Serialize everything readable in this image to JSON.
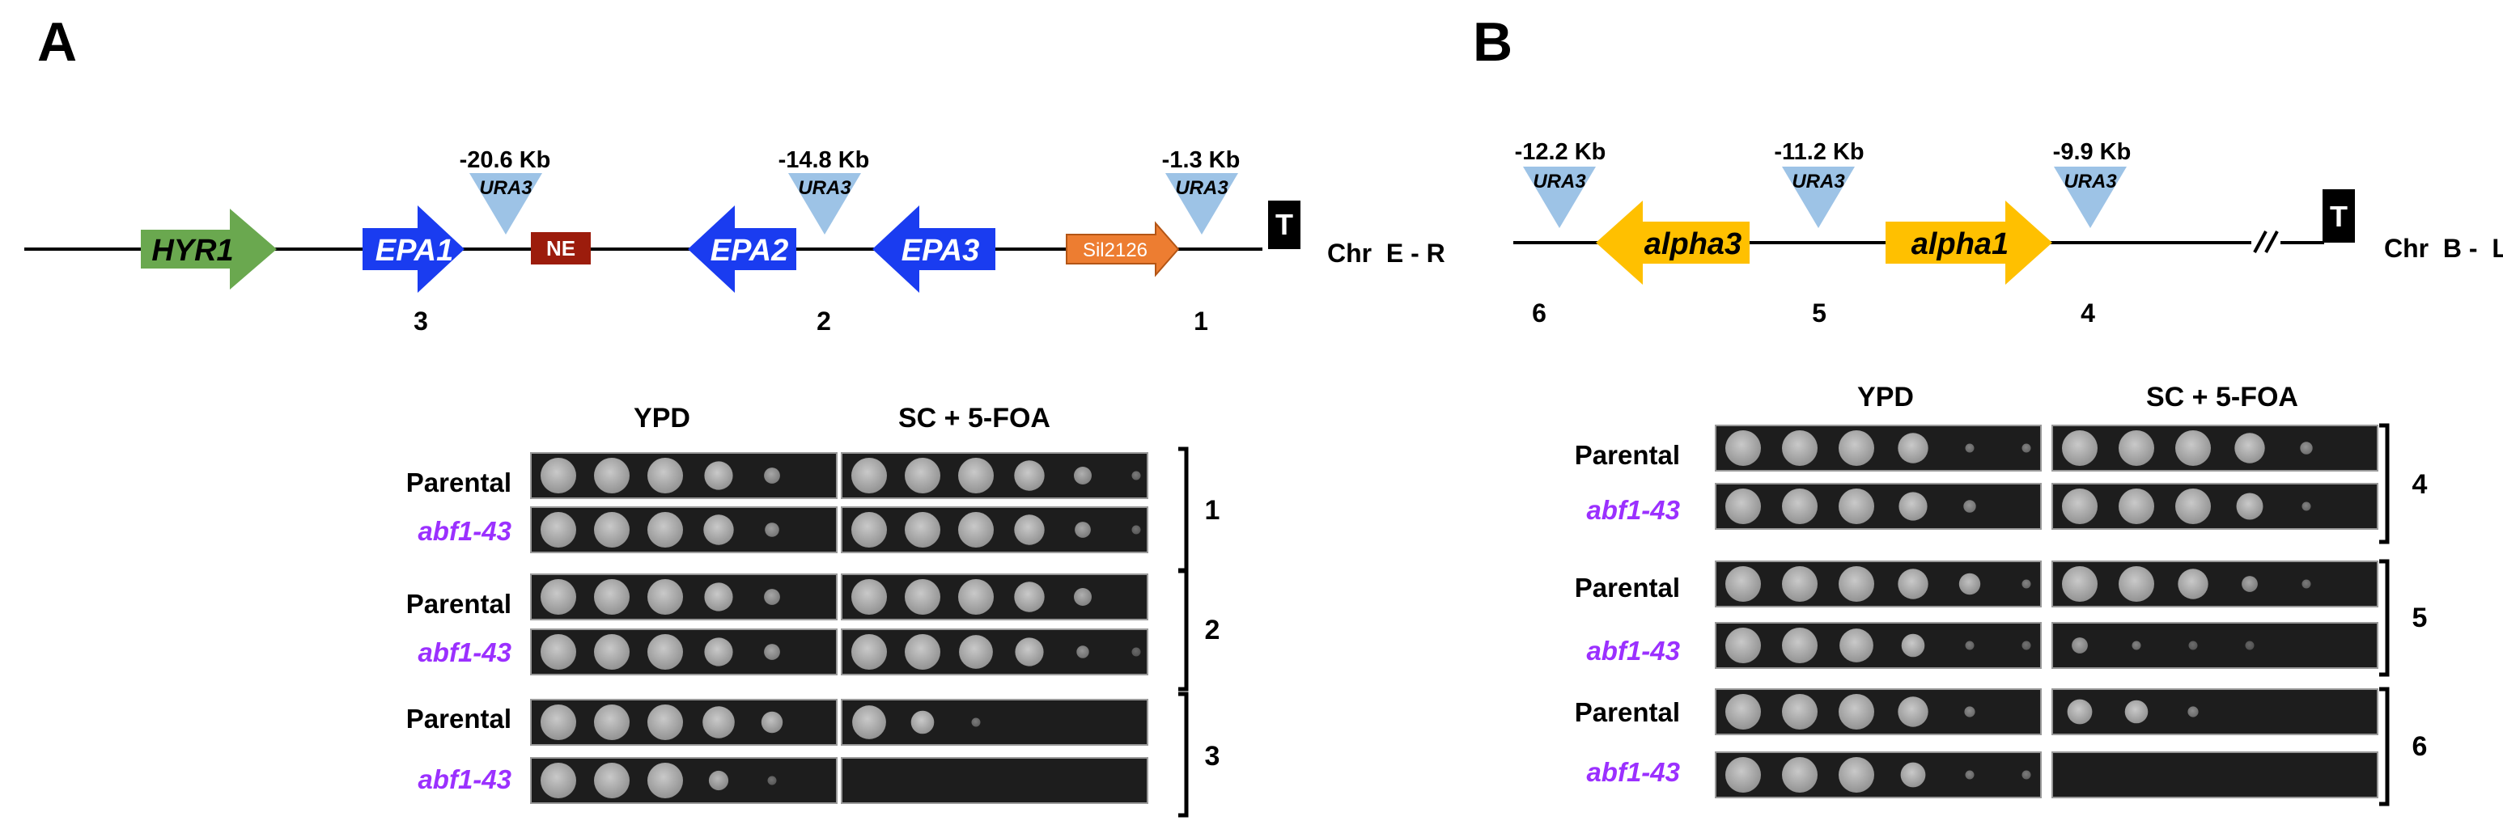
{
  "panel_a": {
    "letter": "A",
    "chromosome": "Chr  E - R",
    "telomere": "T",
    "genes": {
      "hyr1": "HYR1",
      "epa1": "EPA1",
      "ne": "NE",
      "epa2": "EPA2",
      "epa3": "EPA3",
      "sil2126": "Sil2126"
    },
    "insertions": [
      {
        "distance": "-20.6 Kb",
        "marker": "URA3",
        "site": "3"
      },
      {
        "distance": "-14.8 Kb",
        "marker": "URA3",
        "site": "2"
      },
      {
        "distance": "-1.3 Kb",
        "marker": "URA3",
        "site": "1"
      }
    ],
    "media": {
      "ypd": "YPD",
      "foa": "SC + 5-FOA"
    },
    "groups": [
      {
        "id": "1",
        "rows": [
          "Parental",
          "abf1-43"
        ]
      },
      {
        "id": "2",
        "rows": [
          "Parental",
          "abf1-43"
        ]
      },
      {
        "id": "3",
        "rows": [
          "Parental",
          "abf1-43"
        ]
      }
    ]
  },
  "panel_b": {
    "letter": "B",
    "chromosome": "Chr  B -  L",
    "telomere": "T",
    "genes": {
      "alpha3": "alpha3",
      "alpha1": "alpha1"
    },
    "insertions": [
      {
        "distance": "-12.2 Kb",
        "marker": "URA3",
        "site": "6"
      },
      {
        "distance": "-11.2 Kb",
        "marker": "URA3",
        "site": "5"
      },
      {
        "distance": "-9.9 Kb",
        "marker": "URA3",
        "site": "4"
      }
    ],
    "media": {
      "ypd": "YPD",
      "foa": "SC + 5-FOA"
    },
    "groups": [
      {
        "id": "4",
        "rows": [
          "Parental",
          "abf1-43"
        ]
      },
      {
        "id": "5",
        "rows": [
          "Parental",
          "abf1-43"
        ]
      },
      {
        "id": "6",
        "rows": [
          "Parental",
          "abf1-43"
        ]
      }
    ]
  },
  "colors": {
    "epa_blue": "#1a3cf0",
    "hyr1_green": "#6aa84f",
    "ne_red": "#9c1c0c",
    "sil_orange": "#ed7d31",
    "alpha_gold": "#ffc000",
    "ura3_lightblue": "#9dc3e6",
    "mutant_purple": "#9b30ff"
  },
  "growth": {
    "a": [
      [
        [
          1,
          1,
          1,
          0.8,
          0.45,
          0.0
        ],
        [
          1,
          1,
          1,
          0.85,
          0.5,
          0.2
        ]
      ],
      [
        [
          1,
          1,
          1,
          0.85,
          0.4,
          0.0
        ],
        [
          1,
          1,
          1,
          0.85,
          0.45,
          0.15
        ]
      ],
      [
        [
          1,
          1,
          1,
          0.8,
          0.45,
          0.0
        ],
        [
          1,
          1,
          1,
          0.85,
          0.5,
          0.0
        ]
      ],
      [
        [
          1,
          1,
          1,
          0.8,
          0.45,
          0.0
        ],
        [
          1,
          1,
          0.95,
          0.8,
          0.35,
          0.1
        ]
      ],
      [
        [
          1,
          1,
          1,
          0.9,
          0.6,
          0.0
        ],
        [
          0.95,
          0.65,
          0.2,
          0.0,
          0.0,
          0.0
        ]
      ],
      [
        [
          1,
          1,
          1,
          0.55,
          0.15,
          0.0
        ],
        [
          0,
          0,
          0,
          0,
          0,
          0
        ]
      ]
    ],
    "b": [
      [
        [
          1,
          1,
          1,
          0.85,
          0.25,
          0.25
        ],
        [
          1,
          1,
          1,
          0.85,
          0.35,
          0.0
        ]
      ],
      [
        [
          1,
          1,
          1,
          0.8,
          0.35,
          0.0
        ],
        [
          1,
          1,
          1,
          0.75,
          0.25,
          0.0
        ]
      ],
      [
        [
          1,
          1,
          1,
          0.85,
          0.6,
          0.25
        ],
        [
          1,
          1,
          0.85,
          0.45,
          0.2,
          0.0
        ]
      ],
      [
        [
          1,
          1,
          0.95,
          0.65,
          0.2,
          0.15
        ],
        [
          0.45,
          0.25,
          0.12,
          0.08,
          0.0,
          0.0
        ]
      ],
      [
        [
          1,
          1,
          1,
          0.85,
          0.3,
          0.0
        ],
        [
          0.7,
          0.65,
          0.3,
          0.0,
          0.0,
          0.0
        ]
      ],
      [
        [
          1,
          1,
          1,
          0.7,
          0.25,
          0.2
        ],
        [
          0,
          0,
          0,
          0,
          0,
          0
        ]
      ]
    ]
  }
}
